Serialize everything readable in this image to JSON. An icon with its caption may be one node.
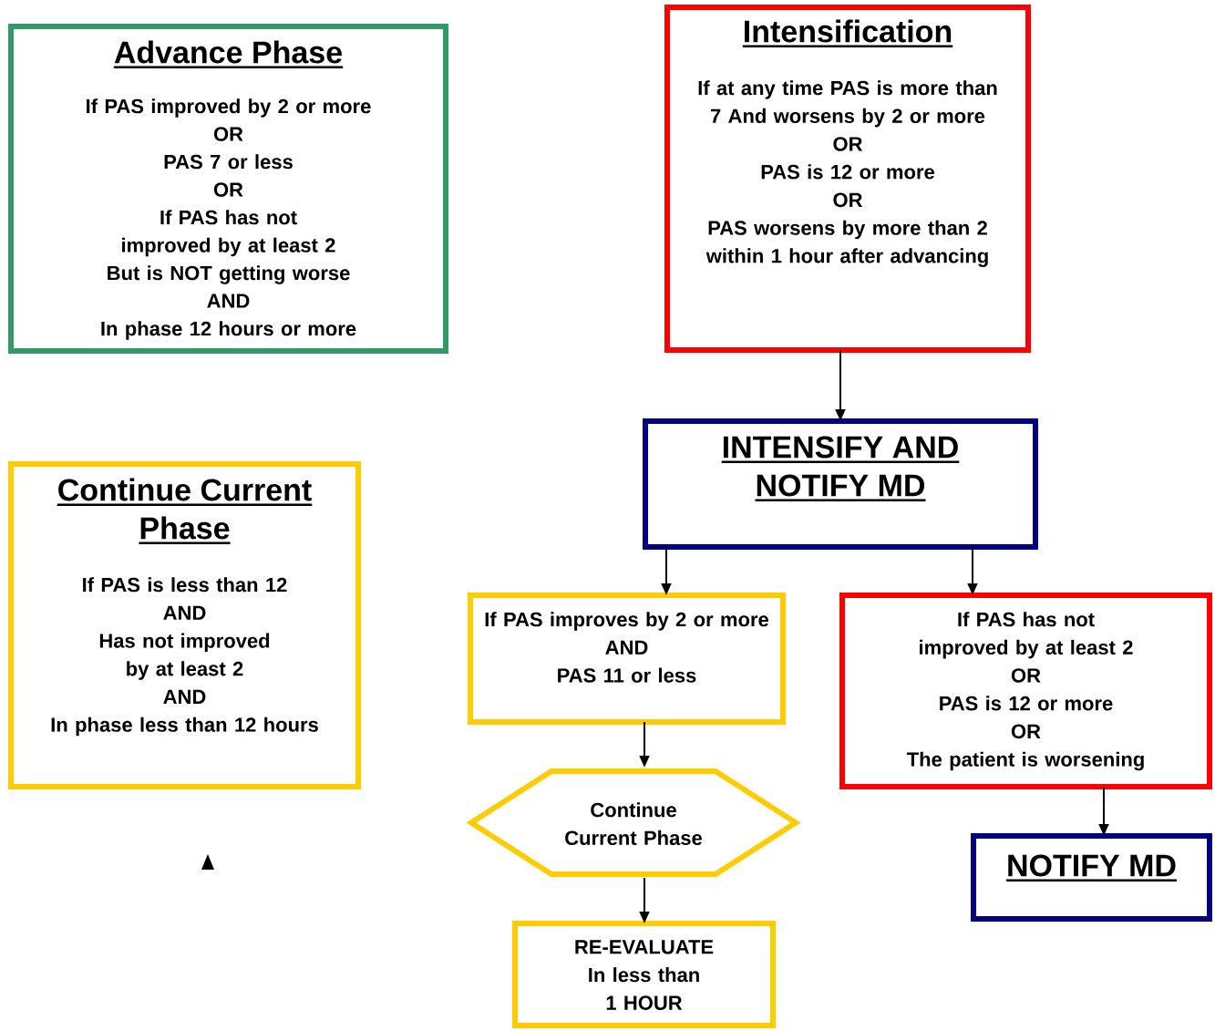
{
  "diagram": {
    "nodes": [
      {
        "text": [
          "Advance Phase",
          "If PAS improved by 2 or more",
          "OR",
          "PAS 7 or less",
          "OR",
          "If PAS has not improved by at least 2",
          "But is NOT getting worse",
          "AND",
          "In phase 12 hours or more"
        ]
      },
      {
        "text": [
          "Intensification",
          "If at any time PAS is more than 7 And worsens by 2 or more",
          "OR",
          "PAS is 12 or more",
          "OR",
          "PAS worsens by more than 2 within 1 hour after advancing"
        ]
      },
      {
        "text": [
          "Continue Current Phase",
          "If PAS is less than 12",
          "AND",
          "Has not improved by at least 2",
          "AND",
          "In phase less than 12 hours"
        ]
      },
      {
        "text": [
          "INTENSIFY AND NOTIFY MD"
        ]
      },
      {
        "text": [
          "If PAS improves by 2 or more",
          "AND",
          "PAS 11 or less"
        ]
      },
      {
        "text": [
          "If PAS has not improved by at least 2",
          "OR",
          "PAS is 12 or more",
          "OR",
          "The patient is worsening"
        ]
      },
      {
        "text": [
          "Continue Current Phase"
        ]
      },
      {
        "text": [
          "NOTIFY MD"
        ]
      },
      {
        "text": [
          "RE-EVALUATE",
          "In less than 1 HOUR"
        ]
      }
    ],
    "edges": [
      {
        "from": 1,
        "to": 3,
        "arrow": "to"
      },
      {
        "from": 3,
        "to": 4,
        "arrow": "to"
      },
      {
        "from": 3,
        "to": 5,
        "arrow": "to"
      },
      {
        "from": 4,
        "to": 6,
        "arrow": "to"
      },
      {
        "from": 6,
        "to": 8,
        "arrow": "to"
      },
      {
        "from": 5,
        "to": 7,
        "arrow": "to"
      }
    ]
  }
}
